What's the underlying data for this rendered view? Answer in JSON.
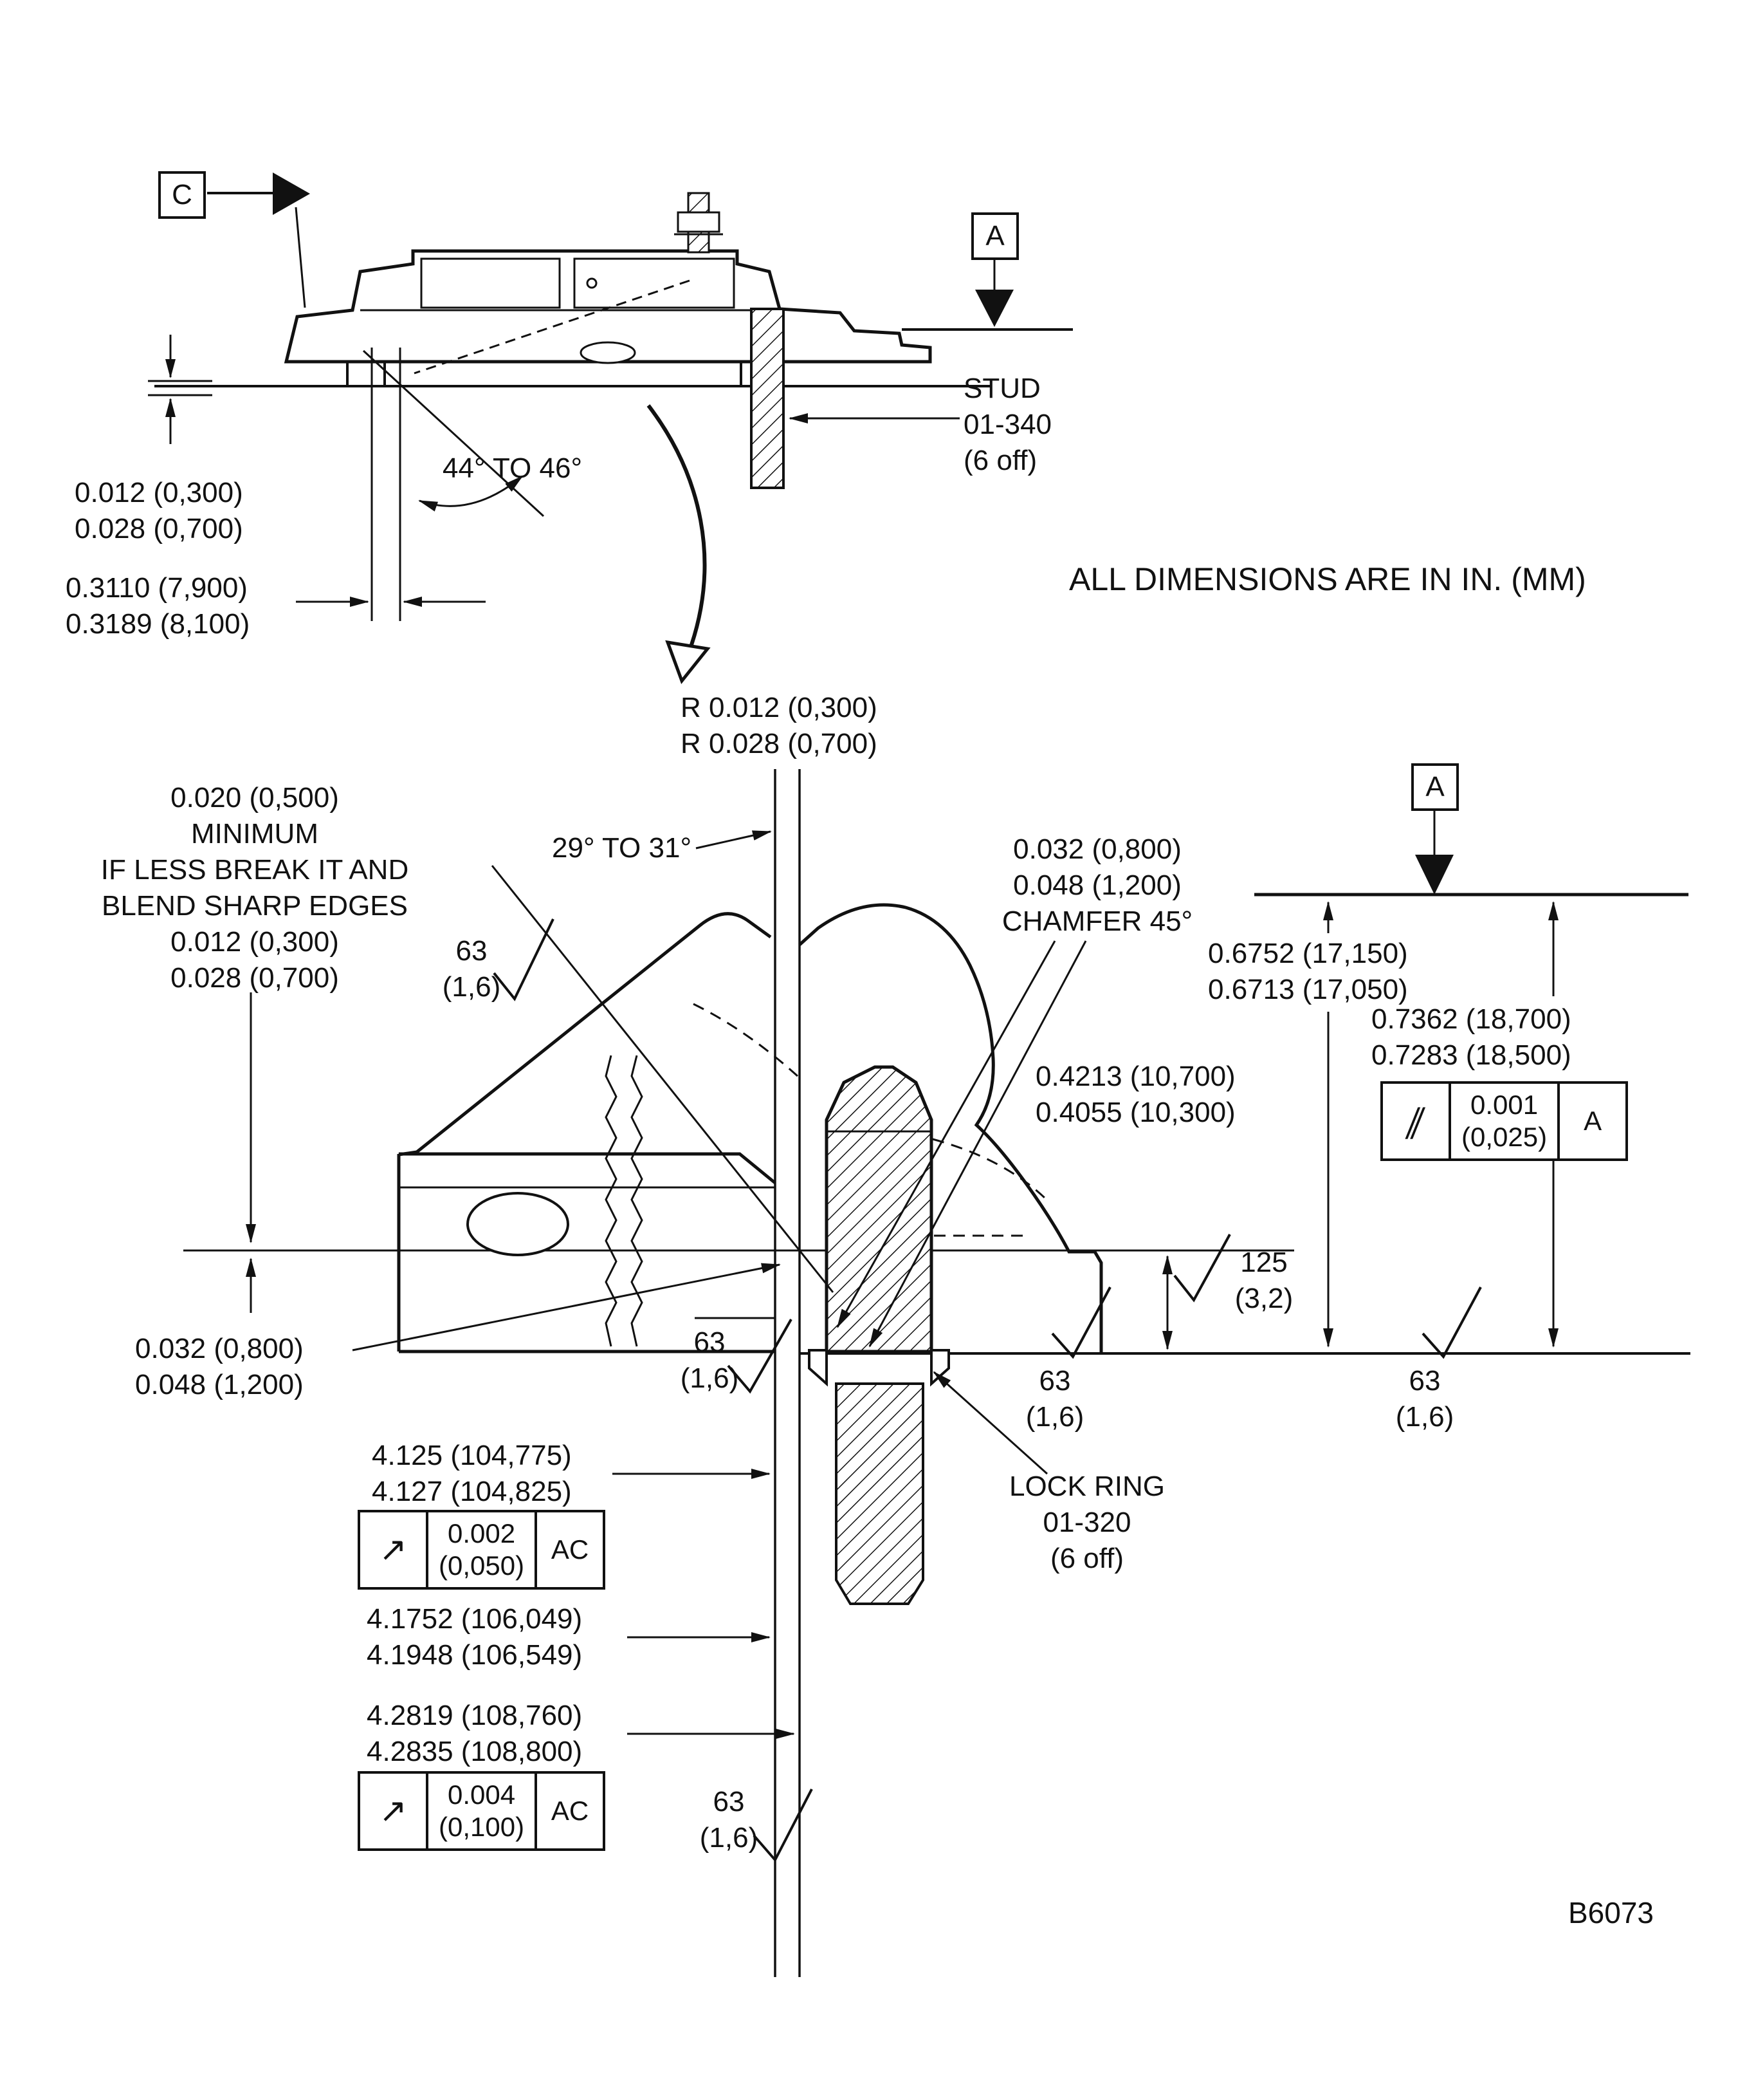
{
  "figure": {
    "code": "B6073",
    "note": "ALL DIMENSIONS ARE IN IN. (MM)"
  },
  "datum": {
    "c": "C",
    "a": "A"
  },
  "top_view": {
    "stud_callout": [
      "STUD",
      "01-340",
      "(6 off)"
    ],
    "face_tol": [
      "0.012 (0,300)",
      "0.028 (0,700)"
    ],
    "angle": "44° TO 46°",
    "width_tol": [
      "0.3110 (7,900)",
      "0.3189 (8,100)"
    ]
  },
  "detail": {
    "radius": [
      "R 0.012 (0,300)",
      "R 0.028 (0,700)"
    ],
    "min_note": [
      "0.020 (0,500)",
      "MINIMUM",
      "IF LESS BREAK IT AND",
      "BLEND SHARP EDGES",
      "0.012 (0,300)",
      "0.028 (0,700)"
    ],
    "angle": "29° TO 31°",
    "chamfer": [
      "0.032 (0,800)",
      "0.048 (1,200)",
      "CHAMFER 45°"
    ],
    "depth_a": [
      "0.6752 (17,150)",
      "0.6713 (17,050)"
    ],
    "depth_b": [
      "0.7362 (18,700)",
      "0.7283 (18,500)"
    ],
    "flange_thickness": [
      "0.4213 (10,700)",
      "0.4055 (10,300)"
    ],
    "groove": [
      "0.032 (0,800)",
      "0.048 (1,200)"
    ],
    "lock_ring_callout": [
      "LOCK RING",
      "01-320",
      "(6 off)"
    ],
    "bore_a": [
      "4.125 (104,775)",
      "4.127 (104,825)"
    ],
    "bore_b": [
      "4.1752 (106,049)",
      "4.1948 (106,549)"
    ],
    "bore_c": [
      "4.2819 (108,760)",
      "4.2835 (108,800)"
    ]
  },
  "finish": {
    "f63": [
      "63",
      "(1,6)"
    ],
    "f125": [
      "125",
      "(3,2)"
    ]
  },
  "fcf": {
    "parallel": {
      "symbol": "∥",
      "tol": [
        "0.001",
        "(0,025)"
      ],
      "datum": "A"
    },
    "runout1": {
      "symbol": "↗",
      "tol": [
        "0.002",
        "(0,050)"
      ],
      "datum": "AC"
    },
    "runout2": {
      "symbol": "↗",
      "tol": [
        "0.004",
        "(0,100)"
      ],
      "datum": "AC"
    }
  }
}
